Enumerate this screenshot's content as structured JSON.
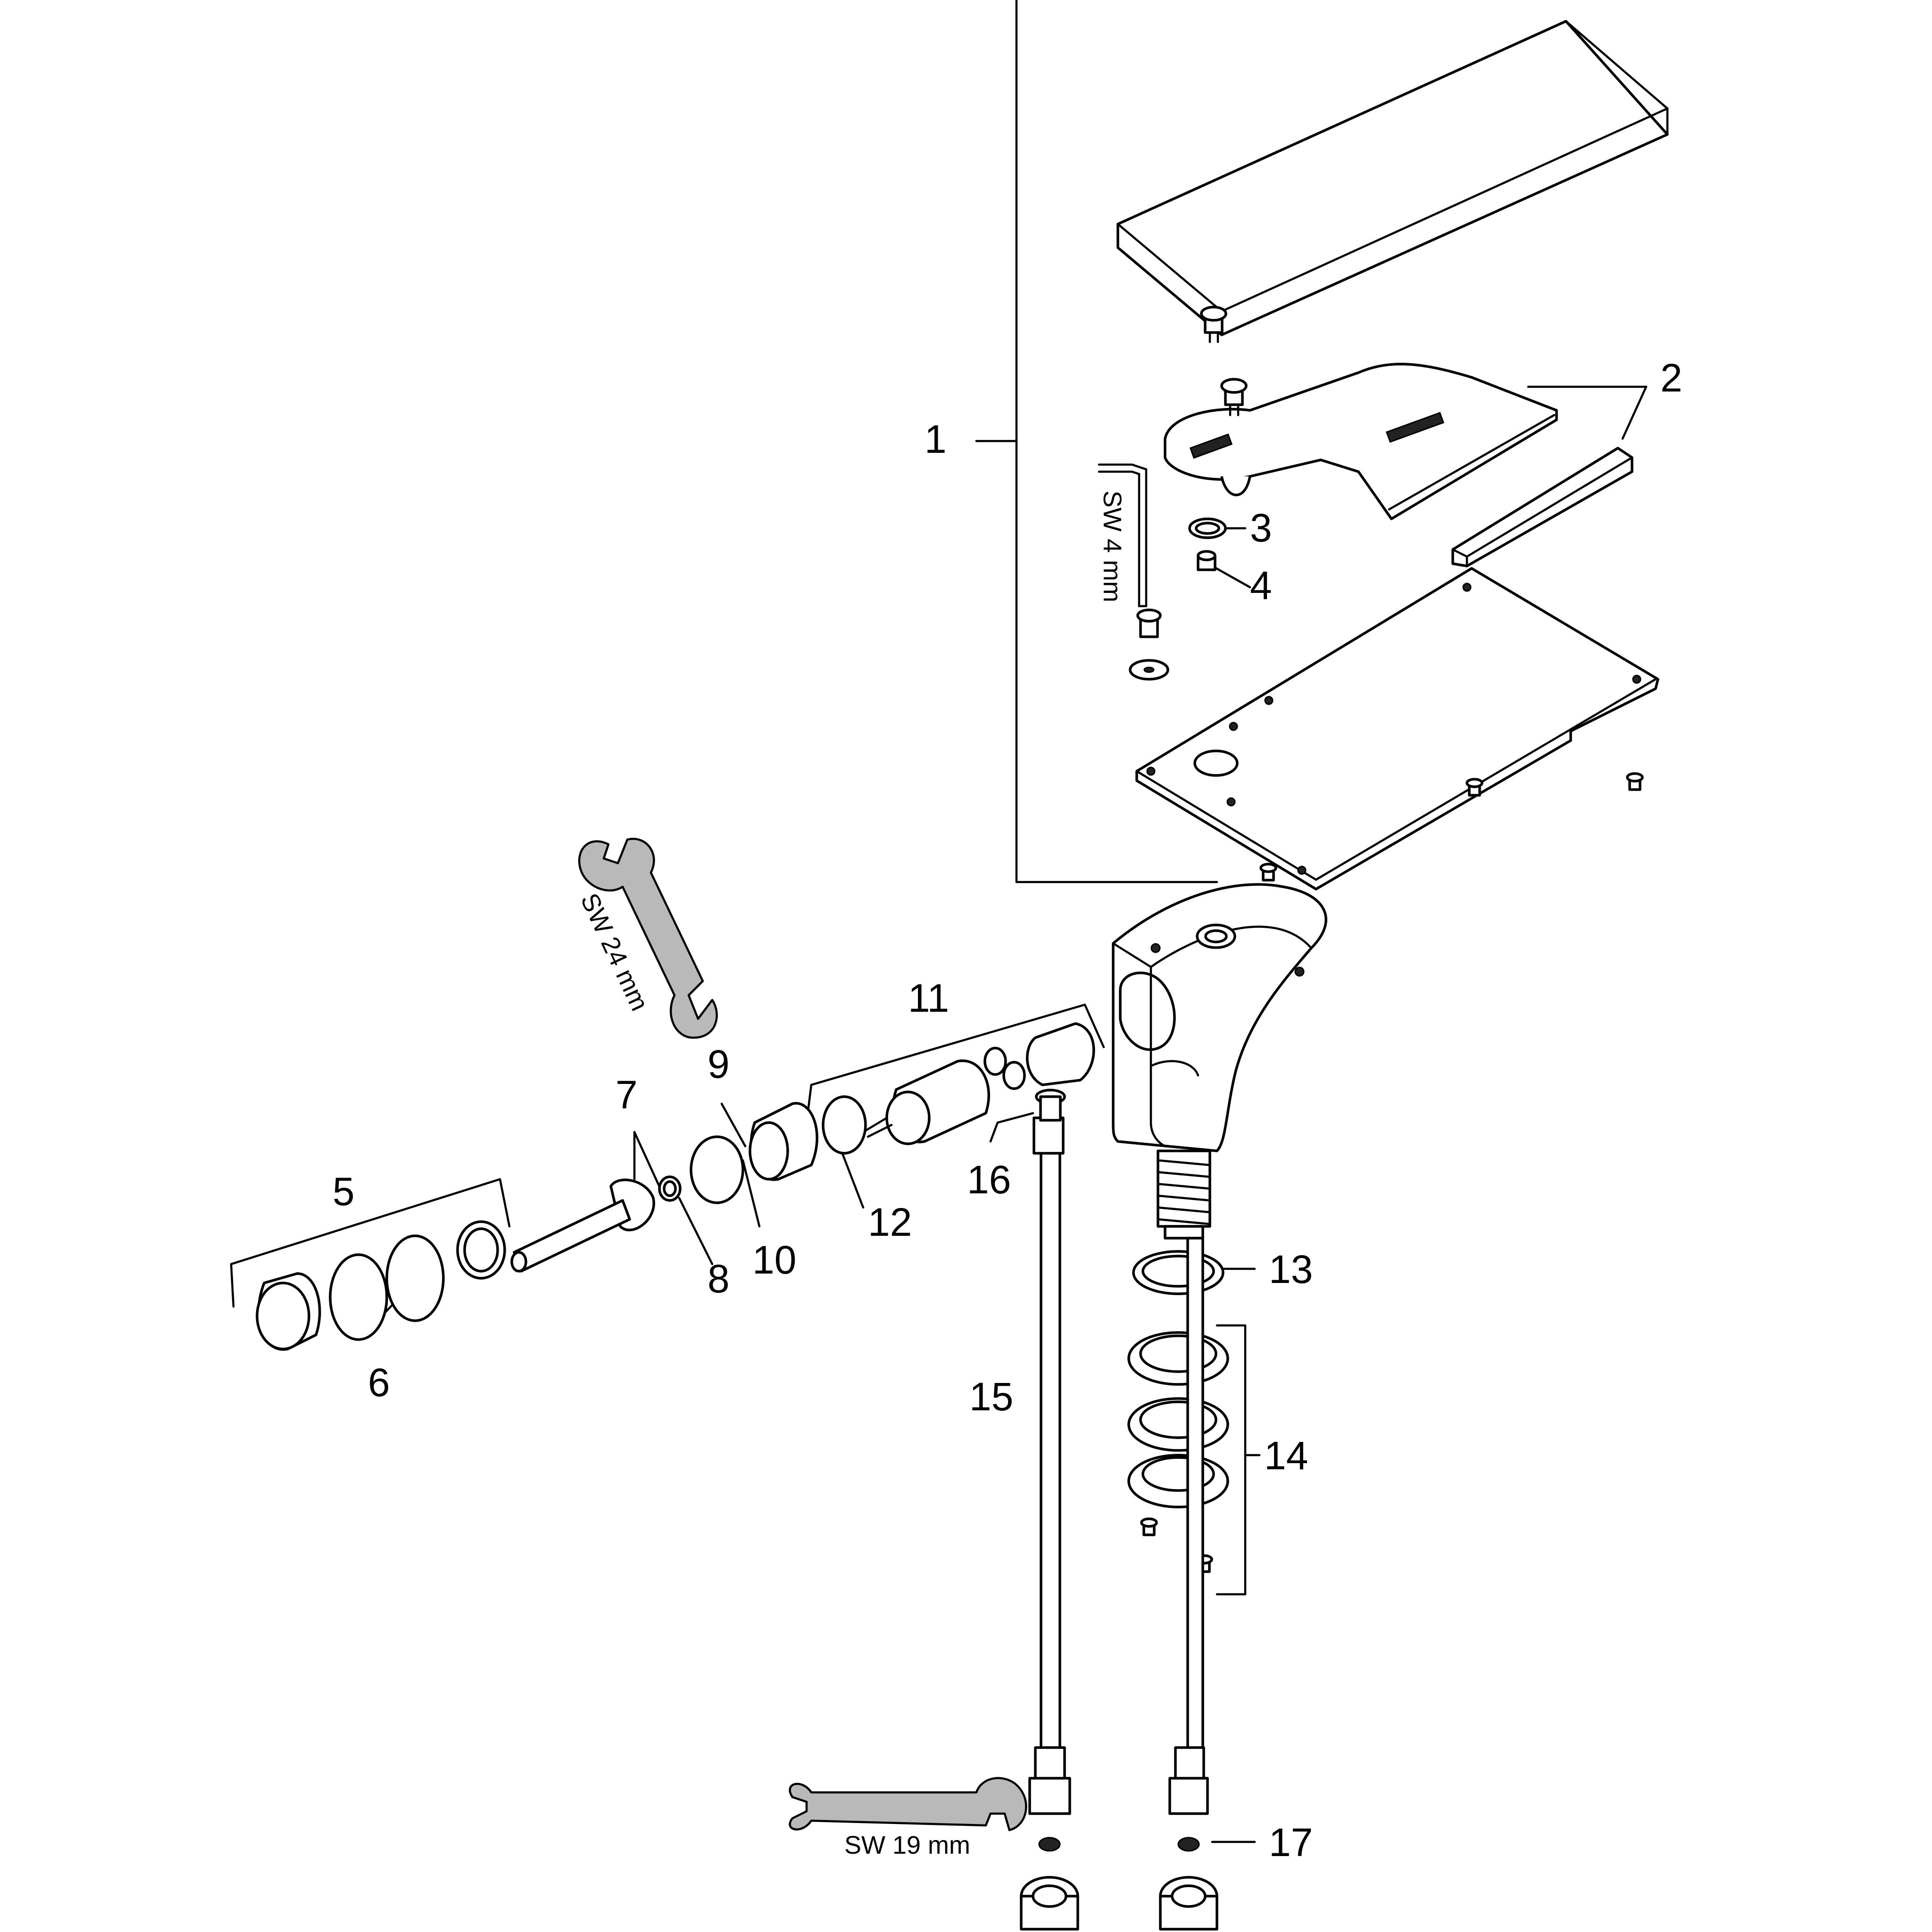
{
  "part_labels": {
    "p1": "1",
    "p2": "2",
    "p3": "3",
    "p4": "4",
    "p5": "5",
    "p6": "6",
    "p7": "7",
    "p8": "8",
    "p9": "9",
    "p10": "10",
    "p11": "11",
    "p12": "12",
    "p13": "13",
    "p14": "14",
    "p15": "15",
    "p16": "16",
    "p17": "17"
  },
  "tools": {
    "hex_key": "SW 4 mm",
    "wrench_large": "SW 24 mm",
    "wrench_small": "SW 19 mm"
  },
  "colors": {
    "line": "#000000",
    "tool_fill": "#b9b9b9",
    "background": "#ffffff"
  }
}
